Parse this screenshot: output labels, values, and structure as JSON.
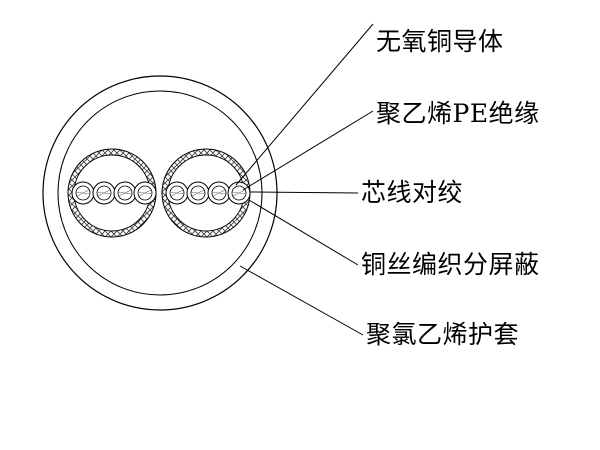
{
  "diagram": {
    "labels": [
      "无氧铜导体",
      "聚乙烯PE绝缘",
      "芯线对绞",
      "铜丝编织分屏蔽",
      "聚氯乙烯护套"
    ]
  }
}
